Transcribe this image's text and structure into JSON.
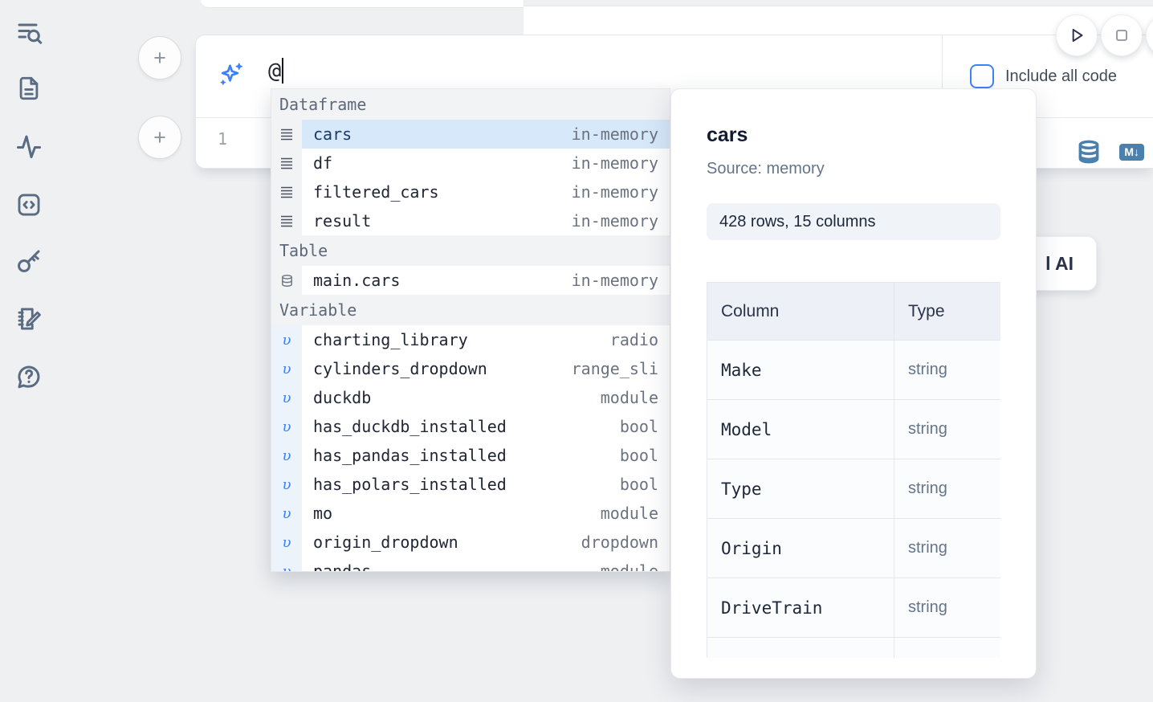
{
  "sidebar": {
    "icons": [
      {
        "name": "list-search-icon"
      },
      {
        "name": "file-document-icon"
      },
      {
        "name": "activity-icon"
      },
      {
        "name": "code-snippets-icon"
      },
      {
        "name": "key-icon"
      },
      {
        "name": "notebook-edit-icon"
      },
      {
        "name": "help-chat-icon"
      }
    ]
  },
  "toolbar": {
    "include_all_code_label": "Include all code"
  },
  "cell": {
    "prompt_value": "@",
    "line_number": "1",
    "markdown_badge": "M↓"
  },
  "autocomplete": {
    "sections": [
      {
        "label": "Dataframe",
        "items": [
          {
            "name": "cars",
            "type": "in-memory"
          },
          {
            "name": "df",
            "type": "in-memory"
          },
          {
            "name": "filtered_cars",
            "type": "in-memory"
          },
          {
            "name": "result",
            "type": "in-memory"
          }
        ]
      },
      {
        "label": "Table",
        "items": [
          {
            "name": "main.cars",
            "type": "in-memory"
          }
        ]
      },
      {
        "label": "Variable",
        "items": [
          {
            "name": "charting_library",
            "type": "radio"
          },
          {
            "name": "cylinders_dropdown",
            "type": "range_sli"
          },
          {
            "name": "duckdb",
            "type": "module"
          },
          {
            "name": "has_duckdb_installed",
            "type": "bool"
          },
          {
            "name": "has_pandas_installed",
            "type": "bool"
          },
          {
            "name": "has_polars_installed",
            "type": "bool"
          },
          {
            "name": "mo",
            "type": "module"
          },
          {
            "name": "origin_dropdown",
            "type": "dropdown"
          },
          {
            "name": "pandas",
            "type": "module"
          }
        ]
      }
    ]
  },
  "popup": {
    "title": "cars",
    "source": "Source: memory",
    "badge": "428 rows, 15 columns",
    "table": {
      "headers": [
        "Column",
        "Type"
      ],
      "rows": [
        [
          "Make",
          "string"
        ],
        [
          "Model",
          "string"
        ],
        [
          "Type",
          "string"
        ],
        [
          "Origin",
          "string"
        ],
        [
          "DriveTrain",
          "string"
        ]
      ]
    }
  },
  "ai_button": {
    "visible_label": "l AI"
  },
  "colors": {
    "accent_blue": "#3b82f6",
    "icon_slate": "#5a6b82",
    "steel_blue": "#4c80ac",
    "selected_row_bg": "#d7e8fa",
    "selected_row_text": "#1c3a66"
  }
}
